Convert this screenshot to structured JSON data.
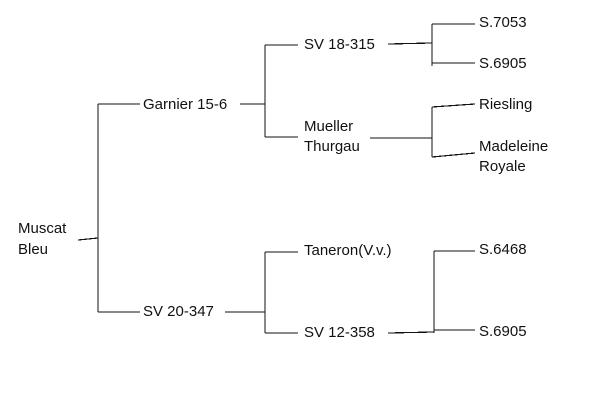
{
  "pedigree": {
    "root": {
      "line1": "Muscat",
      "line2": "Bleu"
    },
    "parents": {
      "upper": "Garnier 15-6",
      "lower": "SV 20-347"
    },
    "grandparents": {
      "upper_a": "SV 18-315",
      "upper_b_line1": "Mueller",
      "upper_b_line2": "Thurgau",
      "lower_a": "Taneron(V.v.)",
      "lower_b": "SV 12-358"
    },
    "great_grandparents": {
      "g1": "S.7053",
      "g2": "S.6905",
      "g3": "Riesling",
      "g4_line1": "Madeleine",
      "g4_line2": "Royale",
      "g5": "S.6468",
      "g6": "S.6905"
    },
    "line_color": "#111111"
  }
}
